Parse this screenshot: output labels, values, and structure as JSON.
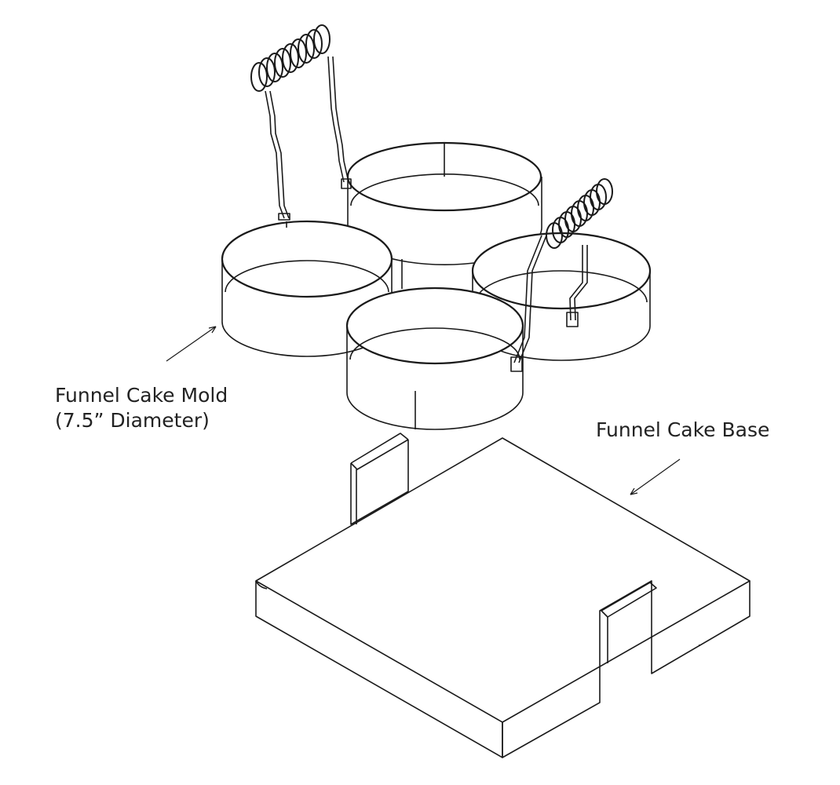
{
  "diagram": {
    "type": "exploded-assembly-drawing",
    "labels": {
      "mold_line1": "Funnel Cake Mold",
      "mold_line2": "(7.5” Diameter)",
      "base": "Funnel Cake Base"
    },
    "parts": [
      {
        "name": "Funnel Cake Mold",
        "detail": "four ring molds joined with two coil-grip wire handles",
        "diameter": "7.5”"
      },
      {
        "name": "Funnel Cake Base",
        "detail": "flat plate with folded legs and two tab slots"
      }
    ],
    "colors": {
      "line": "#1a1a1a",
      "background": "#ffffff",
      "text": "#222222"
    }
  }
}
